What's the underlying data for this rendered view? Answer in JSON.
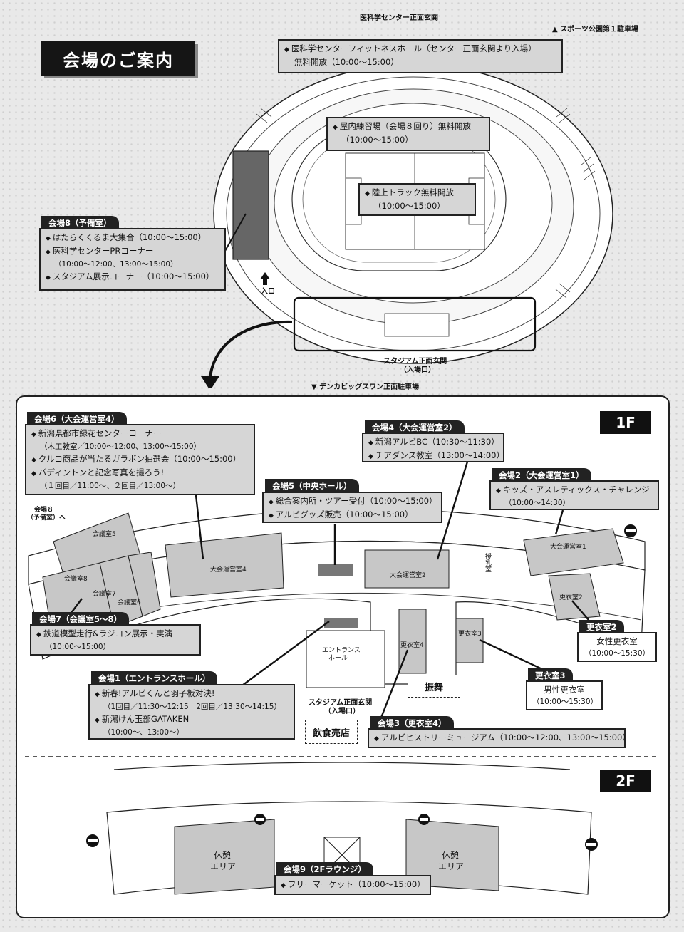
{
  "title": "会場のご案内",
  "top_labels": {
    "med_center_entrance": "医科学センター正面玄関",
    "sports_park_parking": "▲ スポーツ公園第１駐車場",
    "stadium_entrance_line1": "スタジアム正面玄関",
    "stadium_entrance_line2": "（入場口）",
    "denka_parking": "▼ デンカビッグスワン正面駐車場",
    "entrance_arrow": "入口"
  },
  "stadium_boxes": {
    "fitness": {
      "lines": [
        "医科学センターフィットネスホール（センター正面玄関より入場）",
        "無料開放（10:00〜15:00）"
      ]
    },
    "indoor": {
      "lines": [
        "屋内練習場（会場８回り）無料開放",
        "（10:00〜15:00）"
      ]
    },
    "track": {
      "lines": [
        "陸上トラック無料開放",
        "（10:00〜15:00）"
      ]
    }
  },
  "venue8": {
    "tag": "会場8（予備室）",
    "items": [
      "はたらくくるま大集合（10:00〜15:00）",
      "医科学センターPRコーナー"
    ],
    "sub": "（10:00〜12:00、13:00〜15:00）",
    "item3": "スタジアム展示コーナー（10:00〜15:00）"
  },
  "floor1": "1F",
  "floor2": "2F",
  "venue6": {
    "tag": "会場6（大会運営室4）",
    "item1": "新潟県都市緑花センターコーナー",
    "sub1": "（木工教室／10:00〜12:00、13:00〜15:00）",
    "item2": "クルコ商品が当たるガラポン抽選会（10:00〜15:00）",
    "item3": "バディントンと記念写真を撮ろう!",
    "sub3": "（１回目／11:00〜、２回目／13:00〜）"
  },
  "venue4": {
    "tag": "会場4（大会運営室2）",
    "item1": "新潟アルビBC（10:30〜11:30）",
    "item2": "チアダンス教室（13:00〜14:00）"
  },
  "venue5": {
    "tag": "会場5（中央ホール）",
    "item1": "総合案内所・ツアー受付（10:00〜15:00）",
    "item2": "アルビグッズ販売（10:00〜15:00）"
  },
  "venue2": {
    "tag": "会場2（大会運営室1）",
    "item1": "キッズ・アスレティックス・チャレンジ",
    "sub1": "（10:00〜14:30）"
  },
  "venue7": {
    "tag": "会場7（会議室5〜8）",
    "item1": "鉄道模型走行&ラジコン展示・実演",
    "sub1": "（10:00〜15:00）"
  },
  "venue1": {
    "tag": "会場1（エントランスホール）",
    "item1": "新春!アルビくんと羽子板対決!",
    "sub1": "（1回目／11:30〜12:15　2回目／13:30〜14:15）",
    "item2": "新潟けん玉部GATAKEN",
    "sub2": "（10:00〜、13:00〜）"
  },
  "venue3": {
    "tag": "会場3（更衣室4）",
    "item1": "アルビヒストリーミュージアム（10:00〜12:00、13:00〜15:00）"
  },
  "locker2": {
    "tag": "更衣室2",
    "line1": "女性更衣室",
    "line2": "（10:00〜15:30）"
  },
  "locker3": {
    "tag": "更衣室3",
    "line1": "男性更衣室",
    "line2": "（10:00〜15:30）"
  },
  "venue9": {
    "tag": "会場9（2Fラウンジ）",
    "item1": "フリーマーケット（10:00〜15:00）"
  },
  "map_labels": {
    "kaigi5": "会議室5",
    "kaigi6": "会議室6",
    "kaigi7": "会議室7",
    "kaigi8": "会議室8",
    "taikai4": "大会運営室4",
    "taikai2": "大会運営室2",
    "taikai1": "大会運営室1",
    "koui2": "更衣室2",
    "koui3": "更衣室3",
    "koui4": "更衣室4",
    "jusyu": "授乳室",
    "entrance_hall_1": "エントランス",
    "entrance_hall_2": "ホール",
    "venue8_link_1": "会場８",
    "venue8_link_2": "（予備室）へ",
    "stadium_entrance_1": "スタジアム正面玄関",
    "stadium_entrance_2": "（入場口）",
    "furumai": "振舞",
    "food": "飲食売店",
    "rest_left_1": "休憩",
    "rest_left_2": "エリア",
    "rest_right_1": "休憩",
    "rest_right_2": "エリア"
  }
}
